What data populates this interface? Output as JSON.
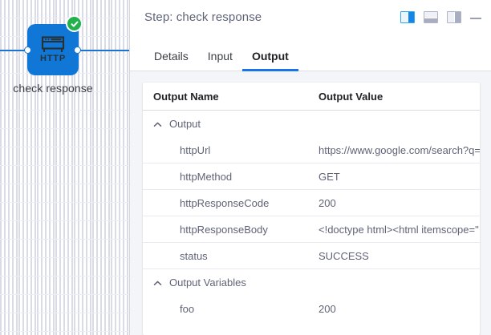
{
  "canvas": {
    "node": {
      "type_label": "HTTP",
      "name": "check response",
      "icon": "http-browser-icon",
      "status_icon": "check-circle-icon",
      "color": "#1177d6",
      "status_color": "#22b14c"
    }
  },
  "panel": {
    "title": "Step: check response",
    "actions": {
      "layout_split": "split-view-icon",
      "layout_bottom": "bottom-dock-icon",
      "layout_right": "right-dock-icon",
      "minimize": "minimize-icon"
    },
    "tabs": [
      {
        "label": "Details",
        "active": false
      },
      {
        "label": "Input",
        "active": false
      },
      {
        "label": "Output",
        "active": true
      }
    ],
    "accent_color": "#1a73e8",
    "table": {
      "headers": {
        "name": "Output Name",
        "value": "Output Value"
      },
      "groups": [
        {
          "label": "Output",
          "expanded": true,
          "rows": [
            {
              "name": "httpUrl",
              "value": "https://www.google.com/search?q="
            },
            {
              "name": "httpMethod",
              "value": "GET"
            },
            {
              "name": "httpResponseCode",
              "value": "200"
            },
            {
              "name": "httpResponseBody",
              "value": "<!doctype html><html itemscope=\""
            },
            {
              "name": "status",
              "value": "SUCCESS"
            }
          ]
        },
        {
          "label": "Output Variables",
          "expanded": true,
          "rows": [
            {
              "name": "foo",
              "value": "200"
            }
          ]
        }
      ]
    }
  }
}
